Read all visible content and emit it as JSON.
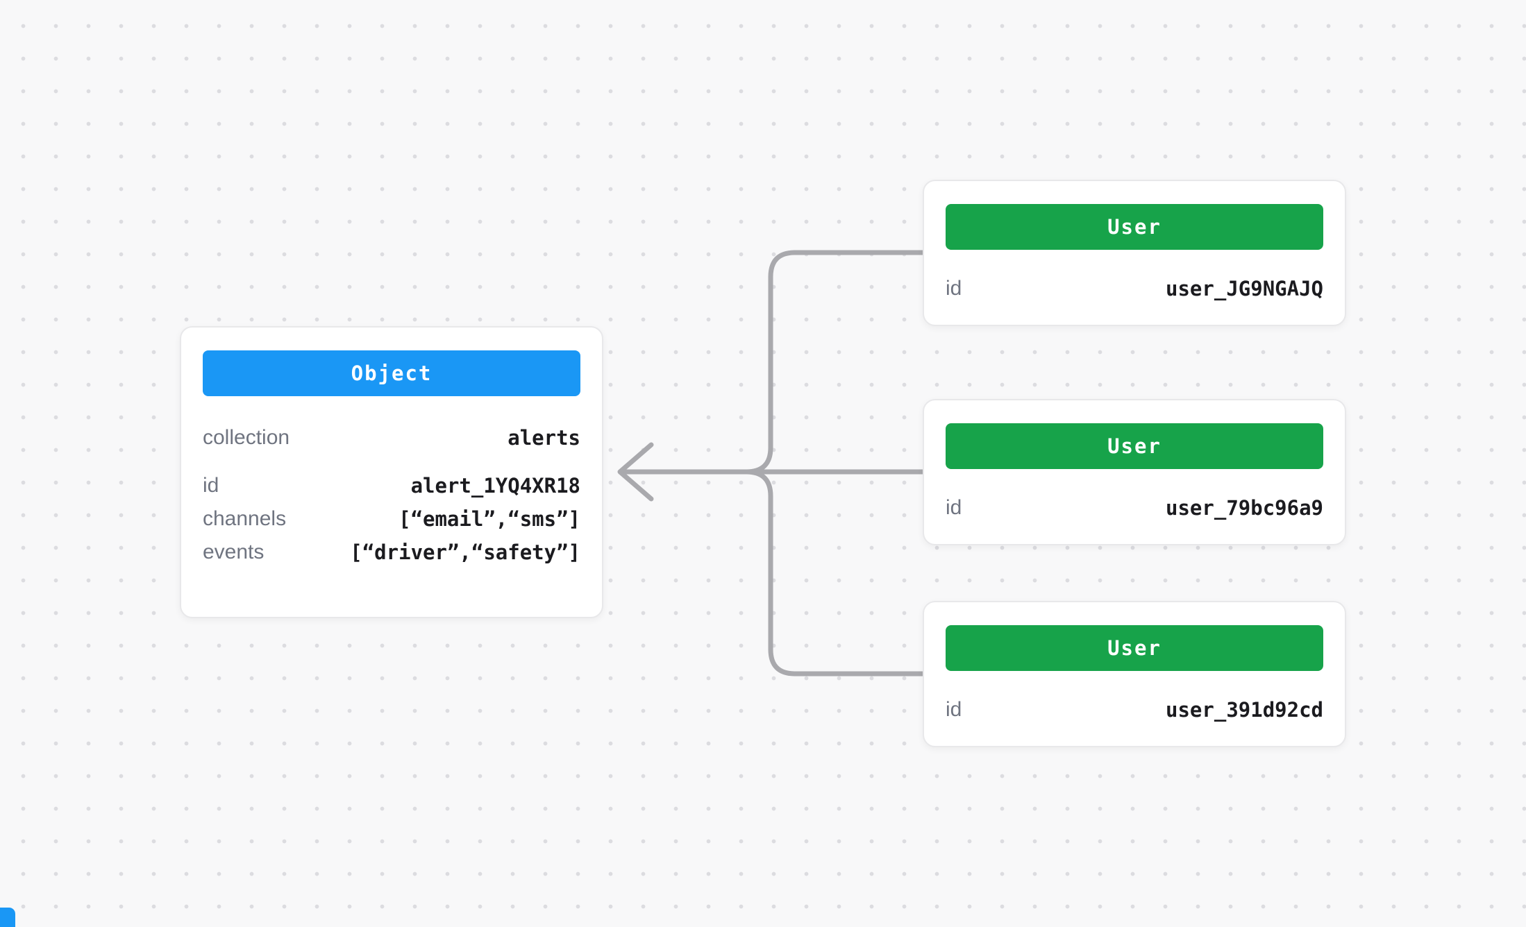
{
  "colors": {
    "canvas_bg": "#f8f8f9",
    "dot": "#dcdce0",
    "card_border": "#e8e8ea",
    "object_header": "#1a97f5",
    "user_header": "#17a34a",
    "connector": "#a9a9ad",
    "label_text": "#6f7480",
    "value_text": "#1b1b1f"
  },
  "object_card": {
    "title": "Object",
    "rows": [
      {
        "label": "collection",
        "value": "alerts"
      },
      {
        "label": "id",
        "value": "alert_1YQ4XR18"
      },
      {
        "label": "channels",
        "value": "[“email”,“sms”]"
      },
      {
        "label": "events",
        "value": "[“driver”,“safety”]"
      }
    ]
  },
  "user_cards": [
    {
      "title": "User",
      "rows": [
        {
          "label": "id",
          "value": "user_JG9NGAJQ"
        }
      ]
    },
    {
      "title": "User",
      "rows": [
        {
          "label": "id",
          "value": "user_79bc96a9"
        }
      ]
    },
    {
      "title": "User",
      "rows": [
        {
          "label": "id",
          "value": "user_391d92cd"
        }
      ]
    }
  ]
}
